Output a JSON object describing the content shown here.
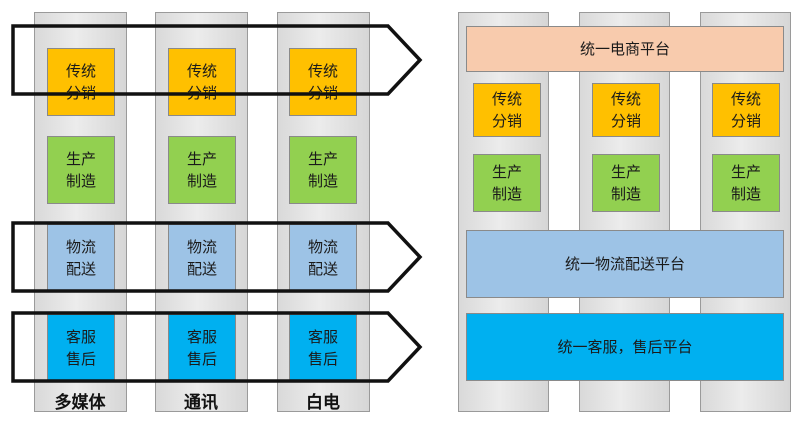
{
  "left": {
    "columns": [
      {
        "label": "多媒体",
        "distribution": "传统\n分销",
        "production": "生产\n制造",
        "logistics": "物流\n配送",
        "service": "客服\n售后"
      },
      {
        "label": "通讯",
        "distribution": "传统\n分销",
        "production": "生产\n制造",
        "logistics": "物流\n配送",
        "service": "客服\n售后"
      },
      {
        "label": "白电",
        "distribution": "传统\n分销",
        "production": "生产\n制造",
        "logistics": "物流\n配送",
        "service": "客服\n售后"
      }
    ]
  },
  "right": {
    "ecommerce_platform": "统一电商平台",
    "logistics_platform": "统一物流配送平台",
    "service_platform": "统一客服，售后平台",
    "columns": [
      {
        "distribution": "传统\n分销",
        "production": "生产\n制造"
      },
      {
        "distribution": "传统\n分销",
        "production": "生产\n制造"
      },
      {
        "distribution": "传统\n分销",
        "production": "生产\n制造"
      }
    ]
  },
  "colors": {
    "distribution": "#ffc000",
    "production": "#92d050",
    "logistics": "#9dc3e6",
    "service": "#00b0f0",
    "ecommerce": "#f8cbad"
  }
}
